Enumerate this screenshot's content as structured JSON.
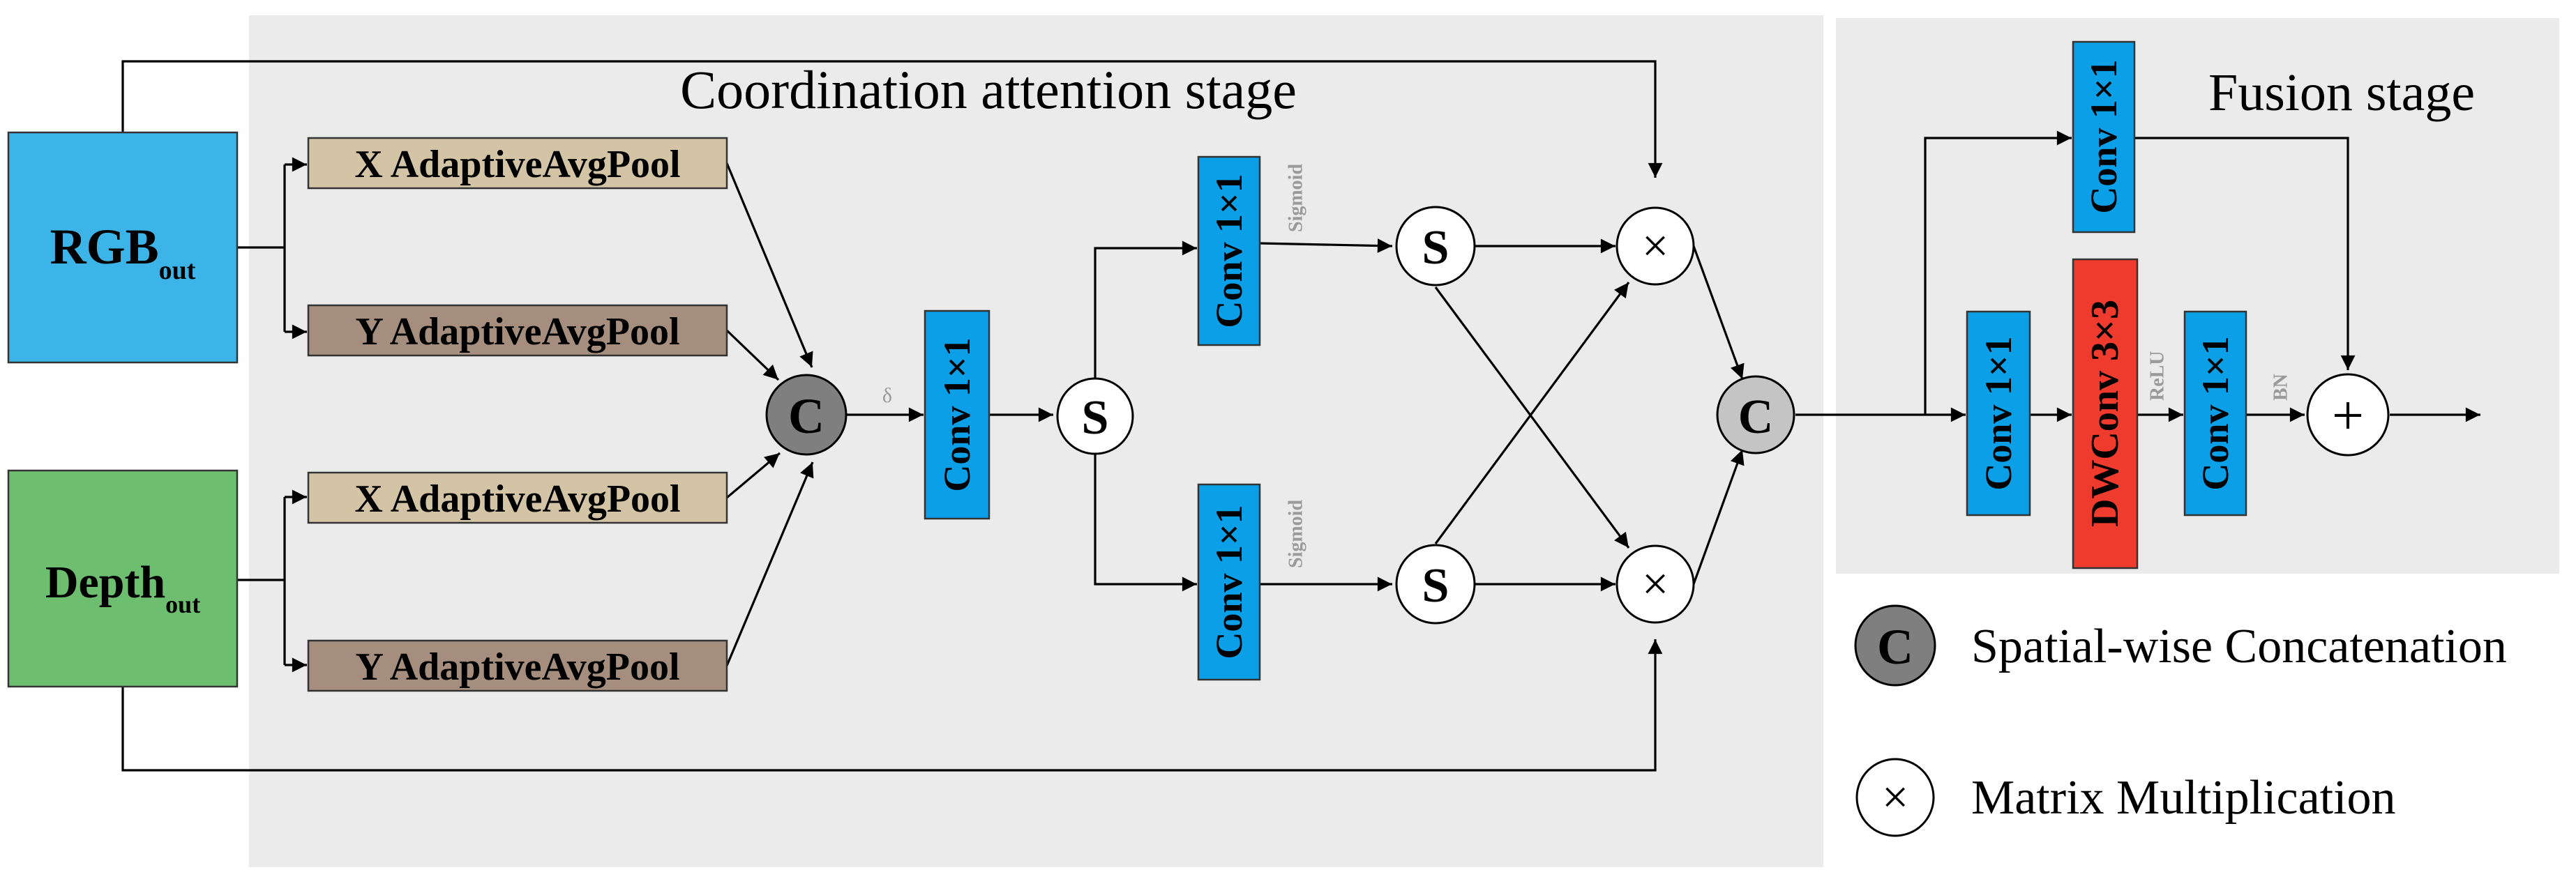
{
  "stages": {
    "coordination_title": "Coordination attention stage",
    "fusion_title": "Fusion stage"
  },
  "inputs": {
    "rgb_main": "RGB",
    "rgb_sub": "out",
    "depth_main": "Depth",
    "depth_sub": "out"
  },
  "pools": {
    "rgb_x": "X AdaptiveAvgPool",
    "rgb_y": "Y AdaptiveAvgPool",
    "depth_x": "X AdaptiveAvgPool",
    "depth_y": "Y AdaptiveAvgPool"
  },
  "ops": {
    "concat": "C",
    "split": "S",
    "multiply": "×",
    "add": "+"
  },
  "blocks": {
    "conv1": "Conv 1×1",
    "conv_top": "Conv 1×1",
    "conv_bottom": "Conv 1×1",
    "fusion_conv_top": "Conv 1×1",
    "fusion_conv_a": "Conv 1×1",
    "dwconv": "DWConv 3×3",
    "fusion_conv_b": "Conv 1×1"
  },
  "activations": {
    "delta": "δ",
    "sigmoid_top": "Sigmoid",
    "sigmoid_bottom": "Sigmoid",
    "relu": "ReLU",
    "bn": "BN"
  },
  "legend": {
    "concat_symbol": "C",
    "concat_label": "Spatial-wise Concatenation",
    "mult_symbol": "×",
    "mult_label": "Matrix Multiplication"
  },
  "colors": {
    "stage_bg": "#ebebeb",
    "rgb": "#3db4e8",
    "depth": "#6dbe6f",
    "pool_x": "#d4c4a6",
    "pool_y": "#a58e7e",
    "conv": "#0a9fe6",
    "dwconv": "#ee3b2e",
    "concat_dark": "#7f7f7f",
    "concat_light": "#c4c4c4"
  }
}
